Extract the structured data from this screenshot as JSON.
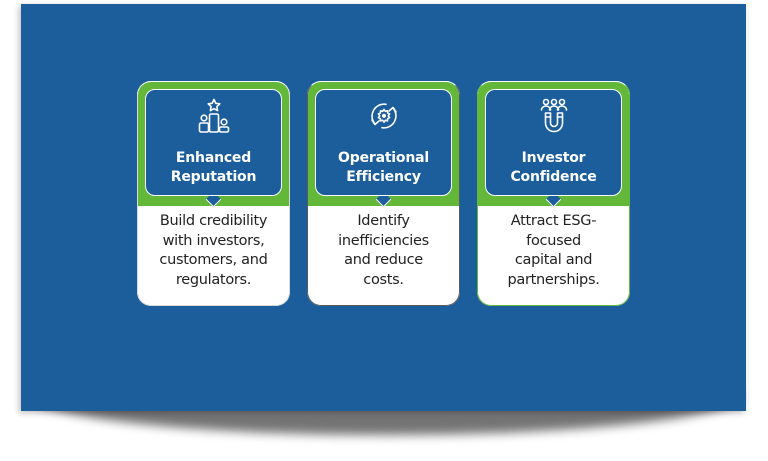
{
  "colors": {
    "panel_background": "#1c5d9b",
    "accent_green": "#63b83a",
    "card_body": "#ffffff",
    "body_text": "#222222"
  },
  "cards": [
    {
      "icon": "podium-star-icon",
      "title_line1": "Enhanced",
      "title_line2": "Reputation",
      "desc_lines": [
        "Build credibility",
        "with investors,",
        "customers, and",
        "regulators."
      ]
    },
    {
      "icon": "gear-cycle-icon",
      "title_line1": "Operational",
      "title_line2": "Efficiency",
      "desc_lines": [
        "Identify",
        "inefficiencies",
        "and reduce",
        "costs."
      ]
    },
    {
      "icon": "people-magnet-icon",
      "title_line1": "Investor",
      "title_line2": "Confidence",
      "desc_lines": [
        "Attract ESG-",
        "focused",
        "capital and",
        "partnerships."
      ]
    }
  ]
}
